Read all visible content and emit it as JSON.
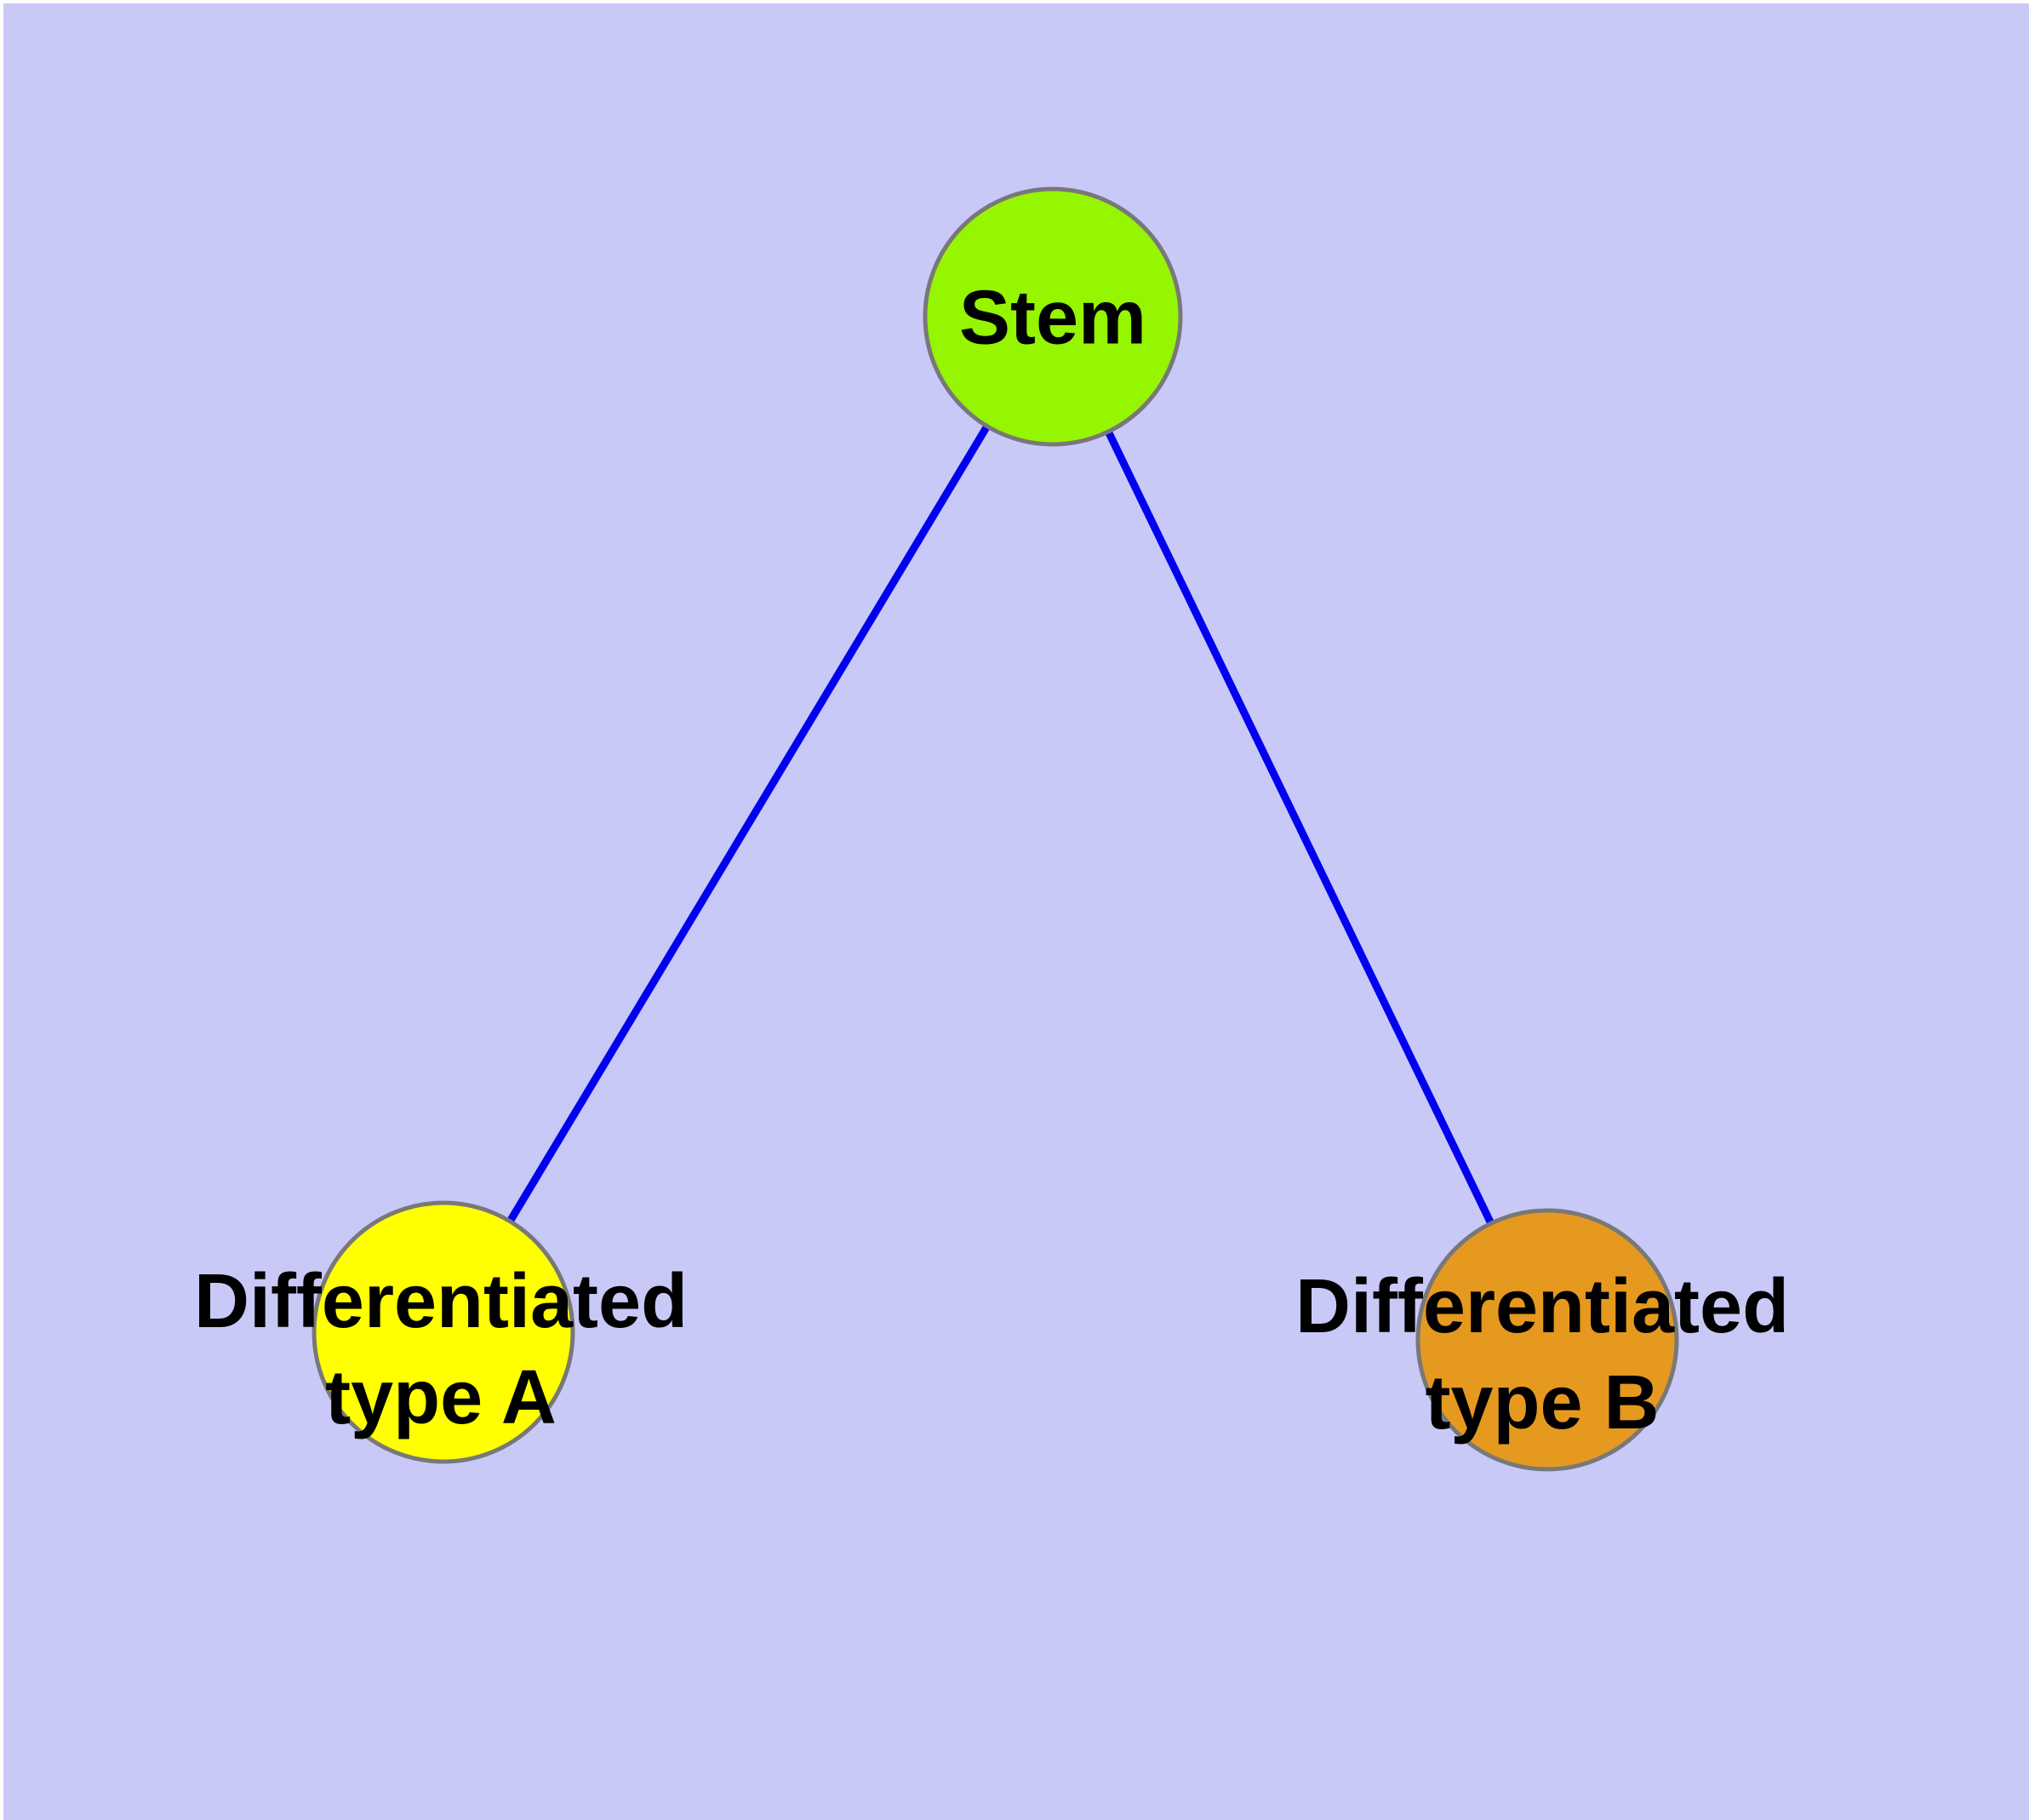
{
  "diagram": {
    "type": "graph",
    "description": "Stem cell differentiation tree with one root node and two differentiated child nodes",
    "colors": {
      "page": "#ffffff",
      "background": "#c9c9f8",
      "edge": "#0101f0",
      "node_border": "#787878",
      "label_text": "#000000",
      "stem_fill": "#96f500",
      "type_a_fill": "#ffff00",
      "type_b_fill": "#e6991f"
    },
    "nodes": [
      {
        "id": "stem",
        "lines": [
          "Stem"
        ],
        "fill": "#96f500",
        "shape": "circle"
      },
      {
        "id": "differentiated-type-a",
        "lines": [
          "Differentiated",
          "type A"
        ],
        "fill": "#ffff00",
        "shape": "circle"
      },
      {
        "id": "differentiated-type-b",
        "lines": [
          "Differentiated",
          "type B"
        ],
        "fill": "#e6991f",
        "shape": "circle"
      }
    ],
    "edges": [
      {
        "from": "Stem",
        "to": "Differentiated type A"
      },
      {
        "from": "Stem",
        "to": "Differentiated type B"
      }
    ]
  }
}
